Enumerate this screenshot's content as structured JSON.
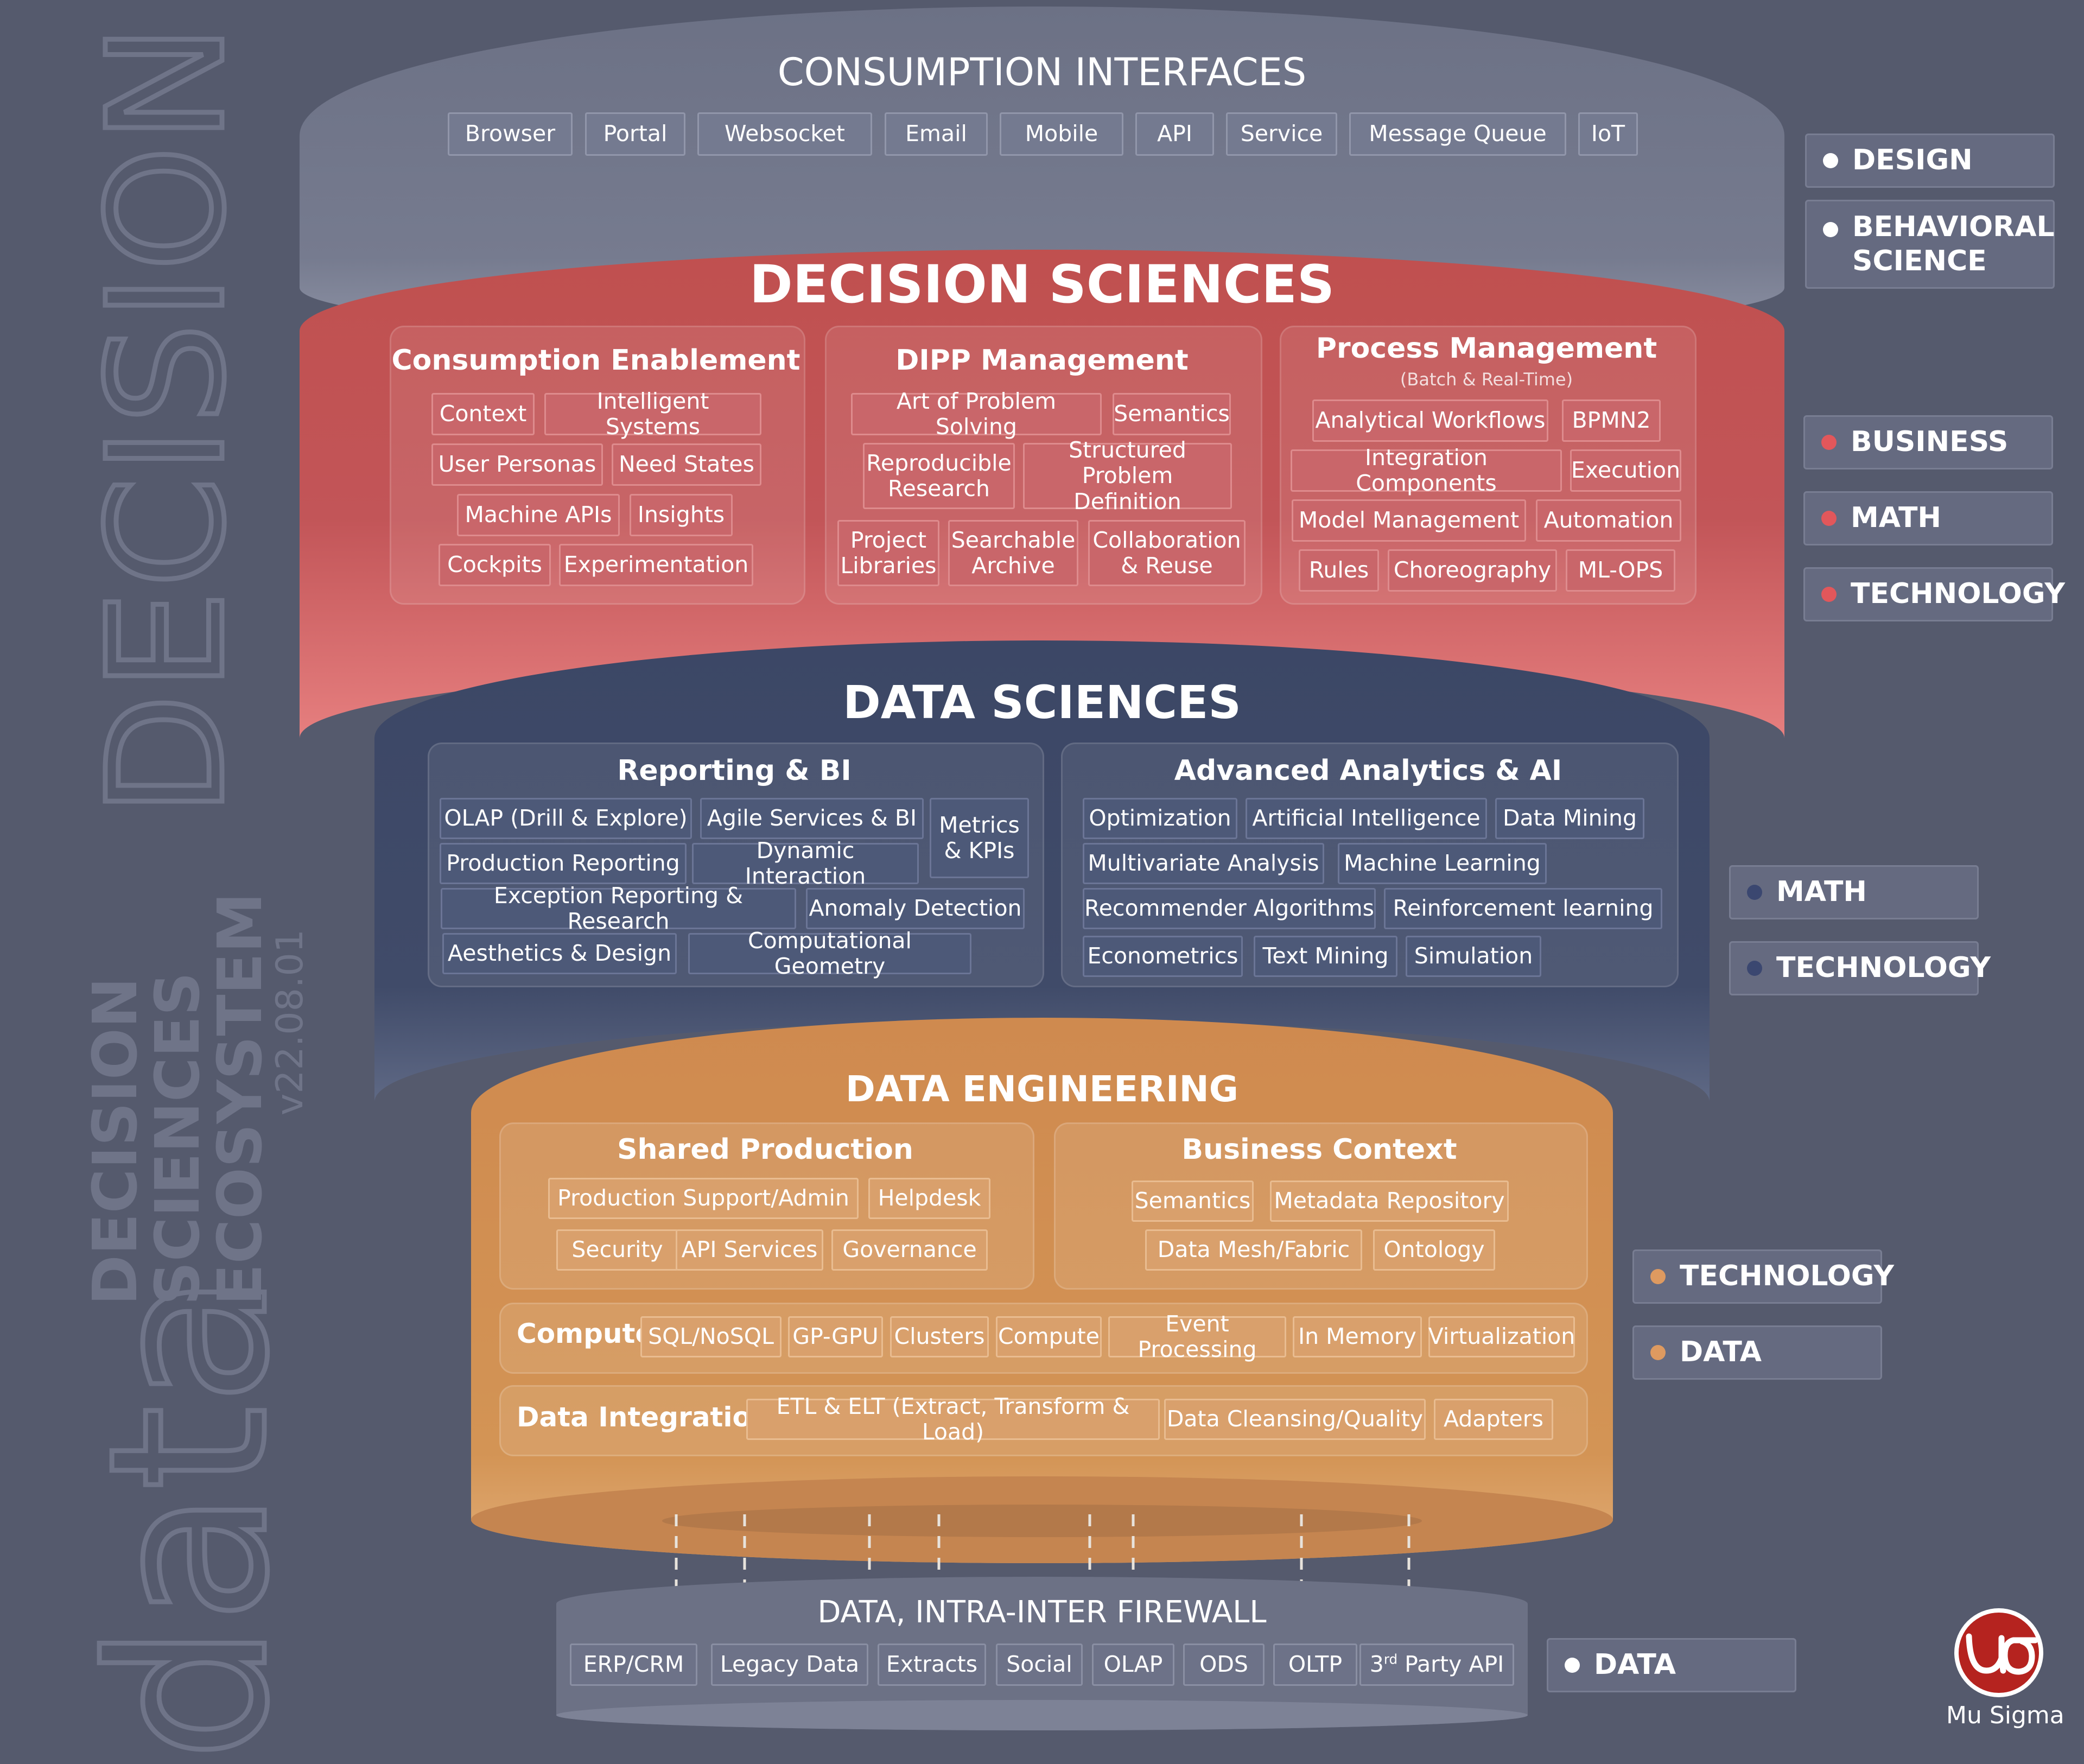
{
  "side": {
    "word1": "data",
    "word2": "DECISION",
    "lines": [
      "DECISION",
      "SCIENCES",
      "ECOSYSTEM"
    ],
    "version": "v22.08.01"
  },
  "consumption": {
    "title": "CONSUMPTION INTERFACES",
    "chips": [
      "Browser",
      "Portal",
      "Websocket",
      "Email",
      "Mobile",
      "API",
      "Service",
      "Message Queue",
      "IoT"
    ]
  },
  "decision_sciences": {
    "title": "DECISION SCIENCES",
    "cards": [
      {
        "title": "Consumption Enablement",
        "chips": [
          "Context",
          "Intelligent Systems",
          "User Personas",
          "Need States",
          "Machine APIs",
          "Insights",
          "Cockpits",
          "Experimentation"
        ]
      },
      {
        "title": "DIPP Management",
        "chips": [
          "Art of Problem Solving",
          "Semantics",
          "Reproducible\nResearch",
          "Structured\nProblem Definition",
          "Project\nLibraries",
          "Searchable\nArchive",
          "Collaboration\n& Reuse"
        ]
      },
      {
        "title": "Process Management",
        "subtitle": "(Batch & Real-Time)",
        "chips": [
          "Analytical Workflows",
          "BPMN2",
          "Integration Components",
          "Execution",
          "Model Management",
          "Automation",
          "Rules",
          "Choreography",
          "ML-OPS"
        ]
      }
    ]
  },
  "data_sciences": {
    "title": "DATA SCIENCES",
    "cards": [
      {
        "title": "Reporting & BI",
        "chips": [
          "OLAP (Drill & Explore)",
          "Agile Services & BI",
          "Metrics\n& KPIs",
          "Production Reporting",
          "Dynamic Interaction",
          "Exception Reporting & Research",
          "Anomaly Detection",
          "Aesthetics & Design",
          "Computational Geometry"
        ]
      },
      {
        "title": "Advanced Analytics & AI",
        "chips": [
          "Optimization",
          "Artificial Intelligence",
          "Data Mining",
          "Multivariate Analysis",
          "Machine Learning",
          "Recommender Algorithms",
          "Reinforcement learning",
          "Econometrics",
          "Text Mining",
          "Simulation"
        ]
      }
    ]
  },
  "data_engineering": {
    "title": "DATA ENGINEERING",
    "cards": [
      {
        "title": "Shared Production",
        "chips": [
          "Production Support/Admin",
          "Helpdesk",
          "Security",
          "API Services",
          "Governance"
        ]
      },
      {
        "title": "Business Context",
        "chips": [
          "Semantics",
          "Metadata Repository",
          "Data Mesh/Fabric",
          "Ontology"
        ]
      }
    ],
    "compute": {
      "label": "Compute",
      "chips": [
        "SQL/NoSQL",
        "GP-GPU",
        "Clusters",
        "Compute",
        "Event Processing",
        "In Memory",
        "Virtualization"
      ]
    },
    "integration": {
      "label": "Data Integration",
      "chips": [
        "ETL & ELT (Extract, Transform & Load)",
        "Data Cleansing/Quality",
        "Adapters"
      ]
    }
  },
  "firewall": {
    "title": "DATA, INTRA-INTER FIREWALL",
    "chips": [
      "ERP/CRM",
      "Legacy Data",
      "Extracts",
      "Social",
      "OLAP",
      "ODS",
      "OLTP",
      "3rd Party API"
    ]
  },
  "legend": {
    "consumption": [
      "DESIGN",
      "BEHAVIORAL\nSCIENCE"
    ],
    "decision": [
      "BUSINESS",
      "MATH",
      "TECHNOLOGY"
    ],
    "data_sciences": [
      "MATH",
      "TECHNOLOGY"
    ],
    "engineering": [
      "TECHNOLOGY",
      "DATA"
    ],
    "firewall": [
      "DATA"
    ]
  },
  "colors": {
    "background": "#555a6d",
    "consumption": "#6e7387",
    "decision": "#c25558",
    "data_sciences": "#3f4a68",
    "engineering": "#d08d51",
    "legend_white": "#ffffff",
    "legend_red": "#e2575b",
    "legend_navy": "#3b4770",
    "legend_orange": "#de9a60"
  },
  "logo": {
    "text": "Mu Sigma"
  }
}
